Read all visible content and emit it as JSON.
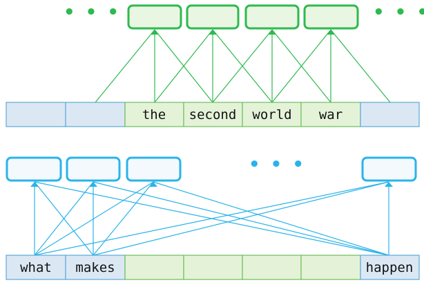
{
  "colors": {
    "green_stroke": "#2dba4e",
    "green_fill": "#e9f7e2",
    "green_cell": "#e4f3d8",
    "blue_stroke": "#29b3ea",
    "blue_fill": "#f3f9fd",
    "blue_cell": "#dbe8f4",
    "cell_border": "#5aa8d6",
    "green_cell_border": "#6bbf5a"
  },
  "top": {
    "ellipsis_left": "• • •",
    "ellipsis_right": "• • •",
    "cells": [
      "",
      "",
      "the",
      "second",
      "world",
      "war",
      ""
    ]
  },
  "bottom": {
    "ellipsis_mid": "• • •",
    "cells": [
      "what",
      "makes",
      "",
      "",
      "",
      "",
      "happen"
    ]
  }
}
